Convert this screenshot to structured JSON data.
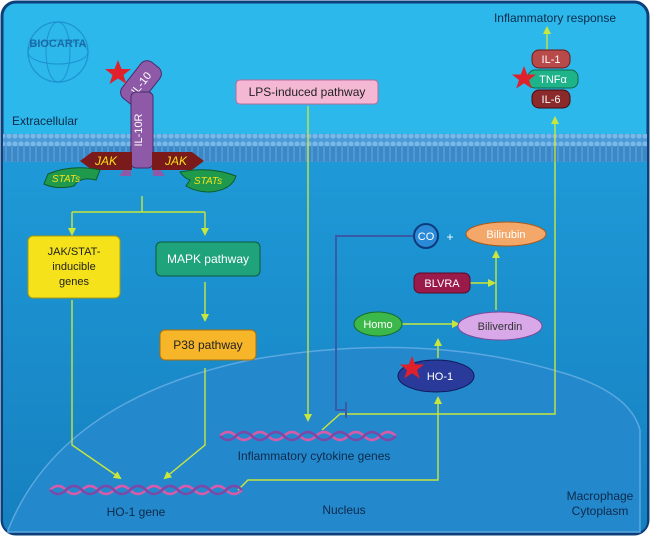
{
  "logo": "BIOCARTA",
  "regions": {
    "extracellular": "Extracellular",
    "nucleus": "Nucleus",
    "macrophage": "Macrophage",
    "cytoplasm": "Cytoplasm",
    "inflammatory_response": "Inflammatory response"
  },
  "nodes": {
    "il10": "IL-10",
    "il10r": "IL-10R",
    "jak_left": "JAK",
    "jak_right": "JAK",
    "stats_left": "STATs",
    "stats_right": "STATs",
    "lps": "LPS-induced pathway",
    "il1": "IL-1",
    "tnfa": "TNFα",
    "il6": "IL-6",
    "jakstat_genes": [
      "JAK/STAT-",
      "inducible",
      "genes"
    ],
    "mapk": "MAPK pathway",
    "p38": "P38 pathway",
    "co": "CO",
    "plus": "+",
    "bilirubin": "Bilirubin",
    "blvra": "BLVRA",
    "homo": "Homo",
    "biliverdin": "Biliverdin",
    "ho1": "HO-1",
    "cytokine_genes": "Inflammatory cytokine genes",
    "ho1_gene": "HO-1 gene"
  },
  "colors": {
    "background": "#29b5e8",
    "cytoplasm": "#1a8fd0",
    "nucleus": "#1f7fc8",
    "border": "#0d3f7a",
    "arrow": "#c8e63c",
    "star": "#e0202a",
    "il10": "#8e5aa8",
    "jak": "#7a1a1a",
    "stats": "#1f9a4c",
    "lps": "#f4b8d4",
    "yellow_box": "#f5e21a",
    "green_box": "#1fa37a",
    "orange_box": "#f7b52a",
    "tnf": "#1fb38a",
    "il1": "#b84a4a",
    "il6": "#8a2a2a",
    "bilirubin": "#f3a86a",
    "biliverdin": "#d8a8e8",
    "homo": "#3cb84a",
    "ho1": "#2a3a9a",
    "blvra": "#9a1a4a",
    "dna_pink": "#d85aa8",
    "dna_purple": "#7a4aa8"
  }
}
